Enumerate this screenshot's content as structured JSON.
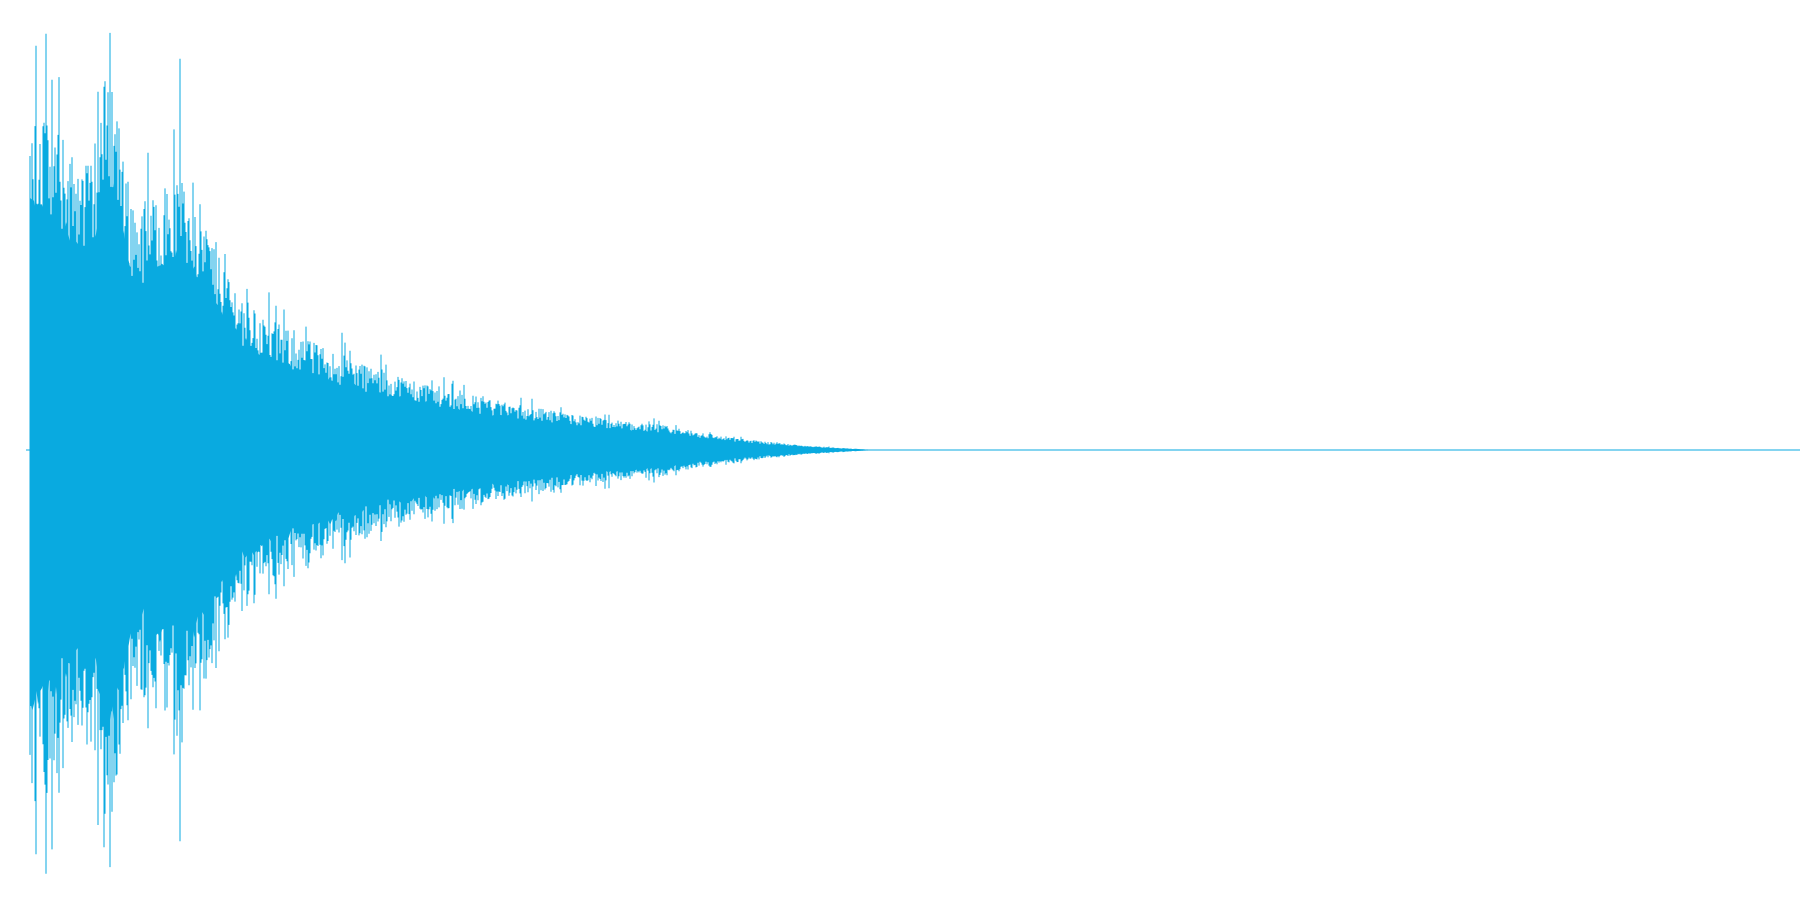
{
  "waveform": {
    "color": "#09aae0",
    "background": "#ffffff",
    "envelope": {
      "attack_peaks": [
        0.94,
        0.97,
        0.91
      ],
      "decay_shape": "exponential",
      "silence_from_fraction": 0.49
    }
  }
}
